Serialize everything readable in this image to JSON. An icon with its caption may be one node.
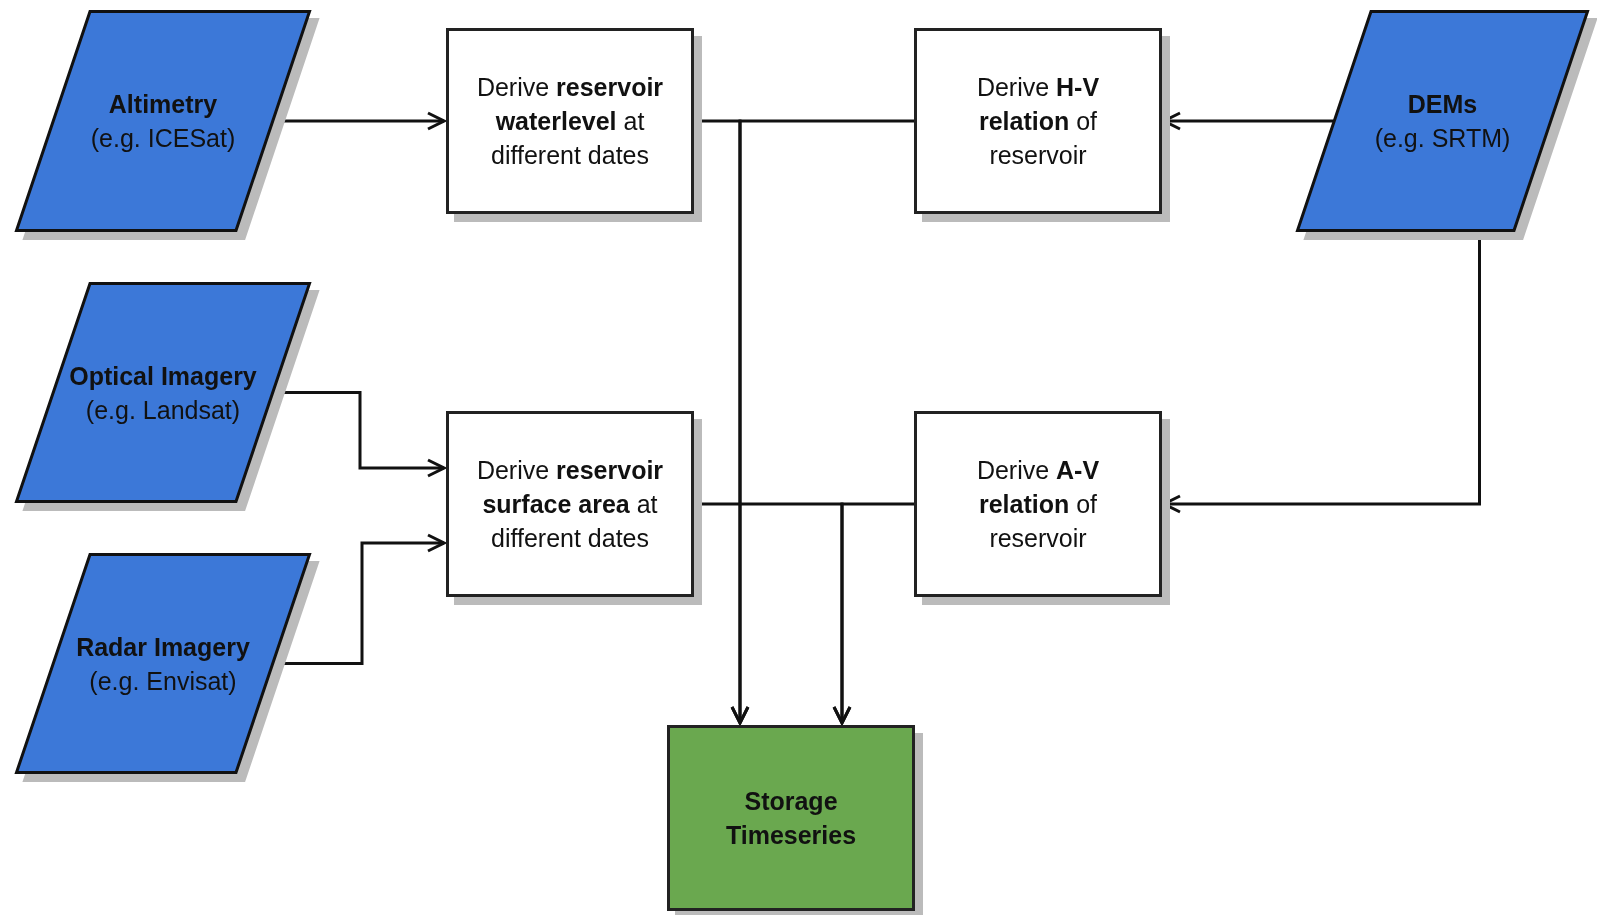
{
  "diagram": {
    "nodes": [
      {
        "text": [
          "Altimetry",
          "(e.g. ICESat)"
        ]
      },
      {
        "text": [
          "Optical Imagery",
          "(e.g. Landsat)"
        ]
      },
      {
        "text": [
          "Radar Imagery",
          "(e.g. Envisat)"
        ]
      },
      {
        "text": [
          "Derive **reservoir waterlevel** at different dates"
        ]
      },
      {
        "text": [
          "Derive **reservoir surface area** at different dates"
        ]
      },
      {
        "text": [
          "Derive **H-V relation** of reservoir"
        ]
      },
      {
        "text": [
          "Derive **A-V relation** of reservoir"
        ]
      },
      {
        "text": [
          "DEMs",
          "(e.g. SRTM)"
        ]
      },
      {
        "text": [
          "Storage Timeseries"
        ]
      }
    ],
    "edges": [
      {
        "from": 0,
        "to": 3,
        "arrow": "to"
      },
      {
        "from": 1,
        "to": 4,
        "arrow": "to"
      },
      {
        "from": 2,
        "to": 4,
        "arrow": "to"
      },
      {
        "from": 3,
        "to": 8,
        "arrow": "to"
      },
      {
        "from": 5,
        "to": 8,
        "arrow": "to"
      },
      {
        "from": 4,
        "to": 8,
        "arrow": "to"
      },
      {
        "from": 6,
        "to": 8,
        "arrow": "to"
      },
      {
        "from": 7,
        "to": 5,
        "arrow": "to"
      },
      {
        "from": 7,
        "to": 6,
        "arrow": "to"
      }
    ]
  }
}
